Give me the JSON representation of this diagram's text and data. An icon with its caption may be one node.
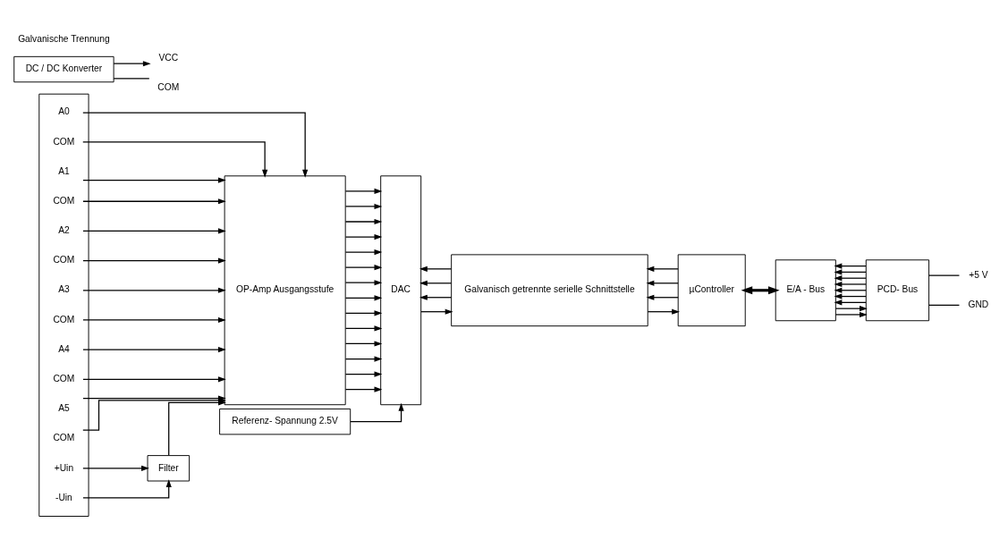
{
  "diagram": {
    "nodes": [
      {
        "text": [],
        "shape": "box"
      },
      {
        "text": [
          "A0"
        ],
        "in": 0
      },
      {
        "text": [
          "COM"
        ],
        "in": 0
      },
      {
        "text": [
          "A1"
        ],
        "in": 0
      },
      {
        "text": [
          "COM"
        ],
        "in": 0
      },
      {
        "text": [
          "A2"
        ],
        "in": 0
      },
      {
        "text": [
          "COM"
        ],
        "in": 0
      },
      {
        "text": [
          "A3"
        ],
        "in": 0
      },
      {
        "text": [
          "COM"
        ],
        "in": 0
      },
      {
        "text": [
          "A4"
        ],
        "in": 0
      },
      {
        "text": [
          "COM"
        ],
        "in": 0
      },
      {
        "text": [
          "A5"
        ],
        "in": 0
      },
      {
        "text": [
          "COM"
        ],
        "in": 0
      },
      {
        "text": [
          "+Uin"
        ],
        "in": 0
      },
      {
        "text": [
          "-Uin"
        ],
        "in": 0
      },
      {
        "text": [
          "OP-Amp Ausgangsstufe"
        ]
      },
      {
        "text": [
          "Filter"
        ]
      },
      {
        "text": [
          "DAC"
        ]
      },
      {
        "text": [
          "Referenz- Spannung 2.5V"
        ]
      },
      {
        "text": [
          "Galvanisch getrennte serielle Schnittstelle"
        ]
      },
      {
        "text": [
          "µController"
        ]
      },
      {
        "text": [
          "VCC"
        ]
      },
      {
        "text": [
          "DC / DC Konverter"
        ]
      },
      {
        "text": [
          "COM"
        ]
      },
      {
        "text": [
          "E/A - Bus"
        ]
      },
      {
        "text": [
          "+5 V"
        ]
      },
      {
        "text": [
          "GND"
        ]
      },
      {
        "text": [
          "PCD- Bus"
        ]
      }
    ],
    "edges": [
      {
        "from": 1,
        "to": 15,
        "arrow": "to"
      },
      {
        "from": 2,
        "to": 15,
        "arrow": "to"
      },
      {
        "from": 3,
        "to": 15,
        "arrow": "to"
      },
      {
        "from": 4,
        "to": 15,
        "arrow": "to"
      },
      {
        "from": 5,
        "to": 15,
        "arrow": "to"
      },
      {
        "from": 6,
        "to": 15,
        "arrow": "to"
      },
      {
        "from": 7,
        "to": 15,
        "arrow": "to"
      },
      {
        "from": 8,
        "to": 15,
        "arrow": "to"
      },
      {
        "from": 9,
        "to": 15,
        "arrow": "to"
      },
      {
        "from": 10,
        "to": 15,
        "arrow": "to"
      },
      {
        "from": 11,
        "to": 15,
        "arrow": "to"
      },
      {
        "from": 12,
        "to": 15,
        "arrow": "to"
      },
      {
        "from": 13,
        "to": 16,
        "arrow": "to"
      },
      {
        "from": 14,
        "to": 16,
        "arrow": "to"
      },
      {
        "from": 16,
        "to": 15,
        "arrow": "to"
      },
      {
        "from": 15,
        "to": 17,
        "arrow": "to"
      },
      {
        "from": 15,
        "to": 17,
        "arrow": "to"
      },
      {
        "from": 15,
        "to": 17,
        "arrow": "to"
      },
      {
        "from": 15,
        "to": 17,
        "arrow": "to"
      },
      {
        "from": 15,
        "to": 17,
        "arrow": "to"
      },
      {
        "from": 15,
        "to": 17,
        "arrow": "to"
      },
      {
        "from": 15,
        "to": 17,
        "arrow": "to"
      },
      {
        "from": 15,
        "to": 17,
        "arrow": "to"
      },
      {
        "from": 15,
        "to": 17,
        "arrow": "to"
      },
      {
        "from": 15,
        "to": 17,
        "arrow": "to"
      },
      {
        "from": 15,
        "to": 17,
        "arrow": "to"
      },
      {
        "from": 15,
        "to": 17,
        "arrow": "to"
      },
      {
        "from": 15,
        "to": 17,
        "arrow": "to"
      },
      {
        "from": 15,
        "to": 17,
        "arrow": "to"
      },
      {
        "from": 18,
        "to": 17,
        "arrow": "to"
      },
      {
        "from": 17,
        "to": 19,
        "arrow": "to"
      },
      {
        "from": 19,
        "to": 17,
        "arrow": "to"
      },
      {
        "from": 19,
        "to": 17,
        "arrow": "to"
      },
      {
        "from": 19,
        "to": 17,
        "arrow": "to"
      },
      {
        "from": 19,
        "to": 20,
        "arrow": "to"
      },
      {
        "from": 20,
        "to": 19,
        "arrow": "to"
      },
      {
        "from": 20,
        "to": 19,
        "arrow": "to"
      },
      {
        "from": 20,
        "to": 19,
        "arrow": "to"
      },
      {
        "from": 22,
        "to": 21,
        "arrow": "to"
      },
      {
        "from": 22,
        "to": 23,
        "arrow": "none"
      },
      {
        "from": 20,
        "to": 24,
        "arrow": "both",
        "style": "thick"
      },
      {
        "from": 24,
        "to": 27,
        "arrow": "to"
      },
      {
        "from": 24,
        "to": 27,
        "arrow": "to"
      },
      {
        "from": 27,
        "to": 24,
        "arrow": "to"
      },
      {
        "from": 27,
        "to": 24,
        "arrow": "to"
      },
      {
        "from": 27,
        "to": 24,
        "arrow": "to"
      },
      {
        "from": 27,
        "to": 24,
        "arrow": "to"
      },
      {
        "from": 27,
        "to": 24,
        "arrow": "to"
      },
      {
        "from": 27,
        "to": 24,
        "arrow": "to"
      },
      {
        "from": 27,
        "to": 24,
        "arrow": "to"
      },
      {
        "from": 27,
        "to": 25,
        "arrow": "none"
      },
      {
        "from": 27,
        "to": 26,
        "arrow": "none"
      }
    ],
    "labels": [
      "Galvanische Trennung"
    ]
  }
}
